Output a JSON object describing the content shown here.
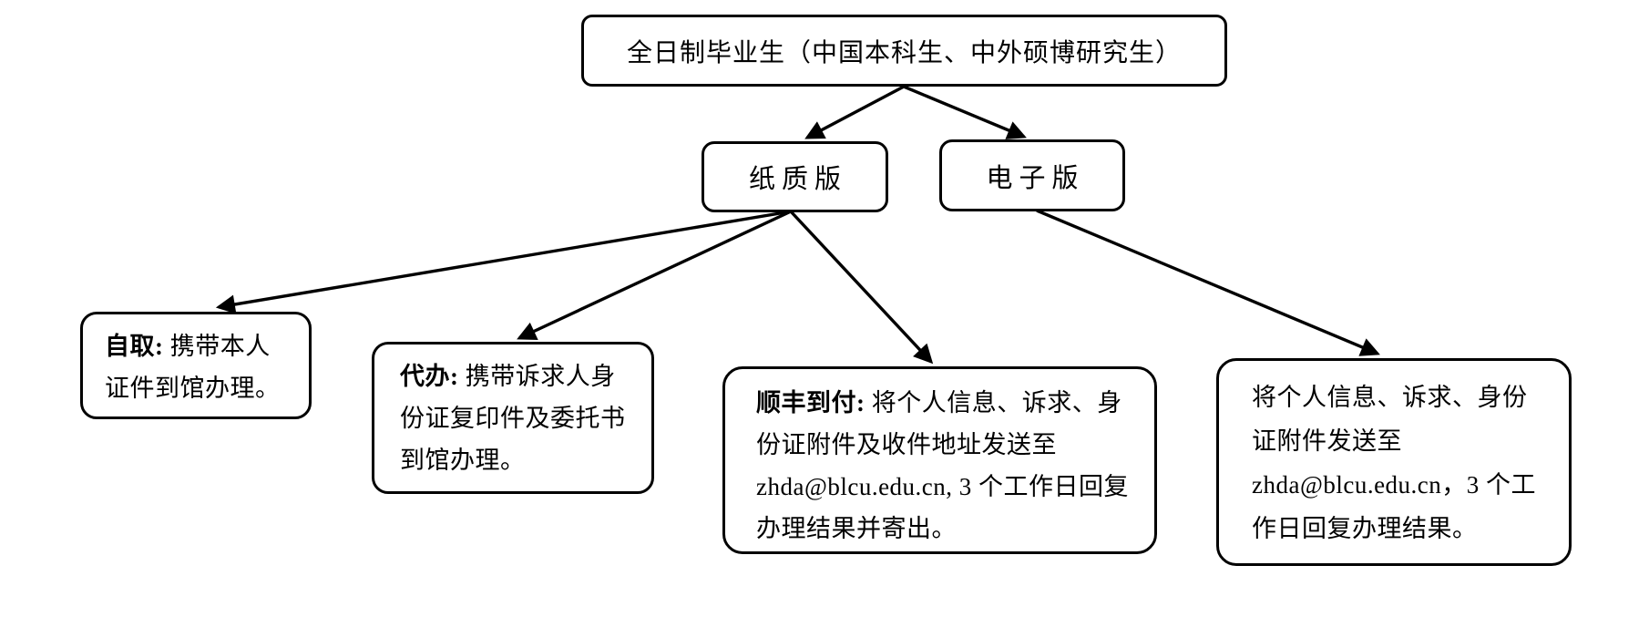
{
  "flowchart": {
    "colors": {
      "background": "#ffffff",
      "line": "#000000",
      "text": "#000000"
    },
    "root": {
      "label": "全日制毕业生（中国本科生、中外硕博研究生）"
    },
    "branches": [
      {
        "label": "纸质版"
      },
      {
        "label": "电子版"
      }
    ],
    "leaves": [
      {
        "term": "自取:",
        "description": " 携带本人证件到馆办理。"
      },
      {
        "term": "代办:",
        "description": " 携带诉求人身份证复印件及委托书到馆办理。"
      },
      {
        "term": "顺丰到付:",
        "description": " 将个人信息、诉求、身份证附件及收件地址发送至 zhda@blcu.edu.cn, 3 个工作日回复办理结果并寄出。"
      },
      {
        "term": "",
        "description": "将个人信息、诉求、身份证附件发送至 zhda@blcu.edu.cn，3 个工作日回复办理结果。"
      }
    ],
    "email": "zhda@blcu.edu.cn"
  }
}
